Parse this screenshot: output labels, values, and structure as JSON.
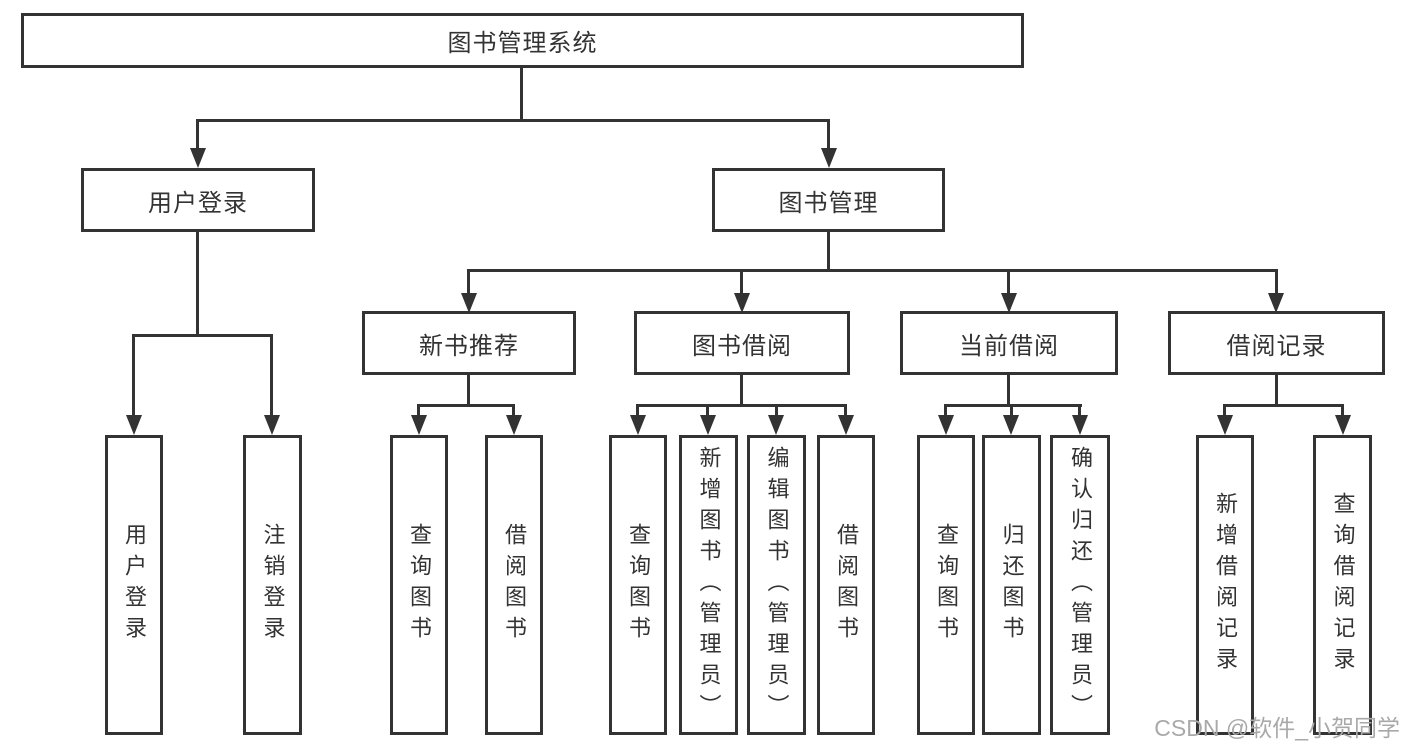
{
  "diagram": {
    "type": "tree",
    "background_color": "#ffffff",
    "line_color": "#333333",
    "text_color": "#333333",
    "watermark_color": "#a9a9a9"
  },
  "tree": {
    "label": "图书管理系统",
    "children": [
      {
        "label": "用户登录",
        "children": [
          {
            "label": "用户登录"
          },
          {
            "label": "注销登录"
          }
        ]
      },
      {
        "label": "图书管理",
        "children": [
          {
            "label": "新书推荐",
            "children": [
              {
                "label": "查询图书"
              },
              {
                "label": "借阅图书"
              }
            ]
          },
          {
            "label": "图书借阅",
            "children": [
              {
                "label": "查询图书"
              },
              {
                "label": "新增图书（管理员）"
              },
              {
                "label": "编辑图书（管理员）"
              },
              {
                "label": "借阅图书"
              }
            ]
          },
          {
            "label": "当前借阅",
            "children": [
              {
                "label": "查询图书"
              },
              {
                "label": "归还图书"
              },
              {
                "label": "确认归还（管理员）"
              }
            ]
          },
          {
            "label": "借阅记录",
            "children": [
              {
                "label": "新增借阅记录"
              },
              {
                "label": "查询借阅记录"
              }
            ]
          }
        ]
      }
    ]
  },
  "watermark": {
    "text": "CSDN @软件_小贺同学"
  }
}
